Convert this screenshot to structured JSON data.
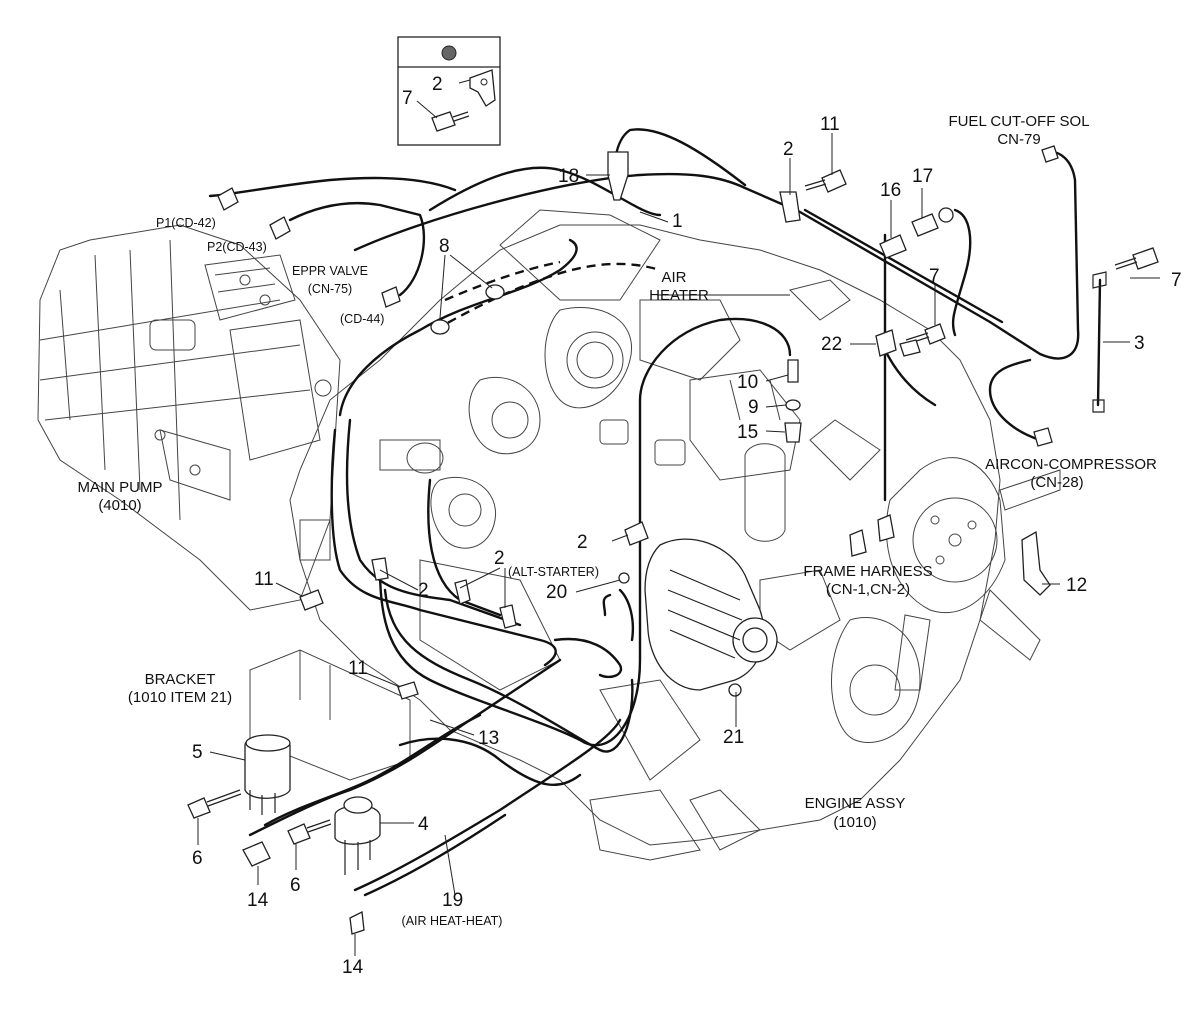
{
  "inset": {
    "callouts": [
      "2",
      "7"
    ]
  },
  "callouts": {
    "c1": "1",
    "c2a": "2",
    "c2b": "2",
    "c2c": "2",
    "c2d": "2",
    "c3": "3",
    "c4": "4",
    "c5": "5",
    "c6a": "6",
    "c6b": "6",
    "c7a": "7",
    "c7b": "7",
    "c8": "8",
    "c9": "9",
    "c10": "10",
    "c11a": "11",
    "c11b": "11",
    "c11c": "11",
    "c12": "12",
    "c13": "13",
    "c14a": "14",
    "c14b": "14",
    "c15": "15",
    "c16": "16",
    "c17": "17",
    "c18": "18",
    "c19": "19",
    "c20": "20",
    "c21": "21",
    "c22": "22"
  },
  "labels": {
    "fuel_cutoff_1": "FUEL CUT-OFF SOL",
    "fuel_cutoff_2": "CN-79",
    "p1": "P1(CD-42)",
    "p2": "P2(CD-43)",
    "eppr_1": "EPPR VALVE",
    "eppr_2": "(CN-75)",
    "cd44": "(CD-44)",
    "air_heater_1": "AIR",
    "air_heater_2": "HEATER",
    "main_pump_1": "MAIN PUMP",
    "main_pump_2": "(4010)",
    "aircon_1": "AIRCON-COMPRESSOR",
    "aircon_2": "(CN-28)",
    "frame_harness_1": "FRAME HARNESS",
    "frame_harness_2": "(CN-1,CN-2)",
    "alt_starter": "(ALT-STARTER)",
    "bracket_1": "BRACKET",
    "bracket_2": "(1010 ITEM 21)",
    "engine_assy_1": "ENGINE ASSY",
    "engine_assy_2": "(1010)",
    "air_heat": "(AIR HEAT-HEAT)"
  }
}
